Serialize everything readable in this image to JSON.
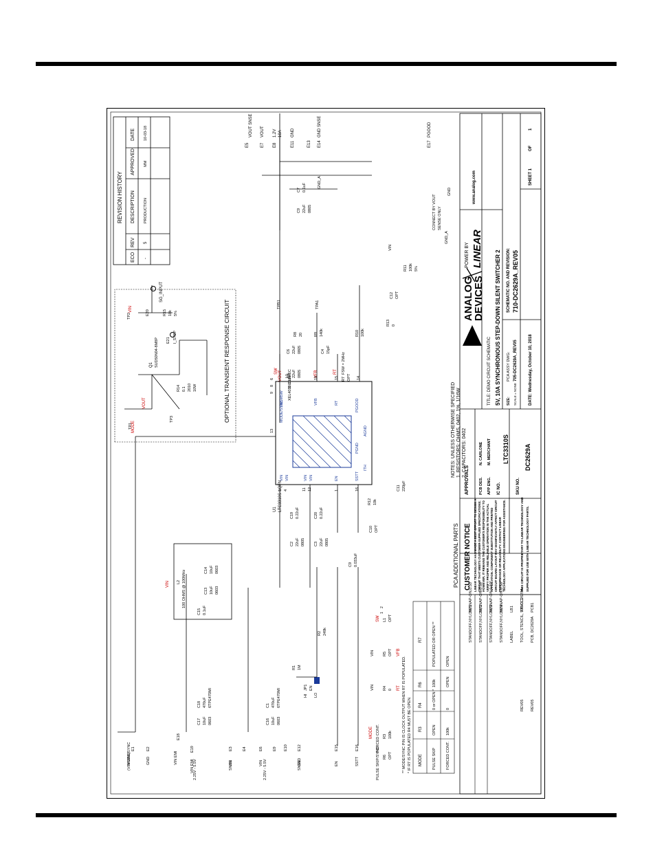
{
  "revision_history": {
    "title": "REVISION HISTORY",
    "headers": [
      "ECO",
      "REV",
      "DESCRIPTION",
      "APPROVED",
      "DATE"
    ],
    "row": [
      "-",
      "5",
      "PRODUCTION",
      "MM",
      "10-03-18"
    ]
  },
  "transient": {
    "title": "OPTIONAL TRANSIENT RESPONSE CIRCUIT",
    "sg_input": "SG_INPUT",
    "i_step": "I_STEP",
    "q1": "Q1",
    "q1_part": "SUD50N04-8M8P",
    "r15": "R15",
    "r15_val": "10k",
    "r15_tol": "5%",
    "r14": "R14",
    "r14_val1": "0.1",
    "r14_val2": "2010",
    "r14_val3": "10W",
    "e20": "E20",
    "e21": "E21",
    "tp1": "TP1",
    "tp2": "TP2",
    "tp3": "TP3",
    "vout": "VOUT",
    "vin": "VIN"
  },
  "outputs": {
    "e5": "E5",
    "e7": "E7",
    "e8": "E8",
    "e11": "E11",
    "e13": "E13",
    "e14": "E14",
    "vout_sense": "VOUT SNSE",
    "vout": "VOUT",
    "vout_spec1": "1.2V",
    "vout_spec2": "10A",
    "gnd": "GND",
    "gnd_sense": "GND SNSE",
    "c7": "C7",
    "c7_val": "0.1uF",
    "c9": "C9",
    "c9_val1": "22uF",
    "c9_val2": "0805",
    "gnd_a": "GND_A",
    "e17": "E17",
    "pgood": "PGOOD",
    "connect_note1": "CONNECT BY VOUT",
    "connect_note2": "SENSE ONLY",
    "gnd_a2": "GND_A",
    "gnd2": "GND"
  },
  "feedback": {
    "tpb1": "TPB1",
    "tpa1": "TPA1",
    "r8": "R8",
    "r8_val": "20",
    "r9": "R9",
    "r9_val": "140k",
    "r10": "R10",
    "r10_val": "100k",
    "r13": "R13",
    "r13_val": "0",
    "c12": "C12",
    "c12_val": "OPT",
    "c4": "C4",
    "c4_val": "15pF",
    "c6": "C6",
    "c6_val1": "22uF",
    "c6_val2": "0805",
    "c5": "C5",
    "c5_val1": "22uF",
    "c5_val2": "0805",
    "r11": "R11",
    "r11_val": "100k",
    "r11_tol": "5%",
    "vin": "VIN",
    "vout": "VOUT",
    "vfb": "VFB"
  },
  "ic": {
    "ref": "U1",
    "part": "LTC3310S-LQFN",
    "modesync": "MODE/SYNC",
    "vin1": "VIN",
    "vin2": "VIN",
    "vin3": "VIN",
    "vin4": "VIN",
    "sw1": "SW",
    "sw2": "SW",
    "sw3": "SW",
    "vfb": "VFB",
    "rt": "RT",
    "pgood": "PGOOD",
    "agnd": "AGND",
    "pgnd": "PGND",
    "en": "EN",
    "sstt": "SSTT",
    "ith": "ITH",
    "p13": "13",
    "p3": "3",
    "p4": "4",
    "p11": "11",
    "p12": "12",
    "p1": "1",
    "p16": "16",
    "p6": "6",
    "p8": "8",
    "p9": "9",
    "p18": "18",
    "p15": "15",
    "p14": "14"
  },
  "inductor": {
    "l1": "L1",
    "l1_val": "0.10uH",
    "l1_part": "XEL4030-101MEC",
    "sw": "SW",
    "rt": "RT",
    "r7": "R7",
    "r7_val": "OPT",
    "fsw": "FSW = 2MHz"
  },
  "comp": {
    "r12": "R12",
    "r12_val": "10k",
    "c11": "C11",
    "c11_val": "220pF",
    "c10": "C10",
    "c10_val": "OPT",
    "c9": "C9",
    "c9_val": "0.033uF",
    "c2": "C2",
    "c2_val1": "22uF",
    "c2_val2": "0805",
    "c19": "C19",
    "c19_val": "0.22uF",
    "c3": "C3",
    "c3_val1": "22uF",
    "c3_val2": "0805",
    "c20": "C20",
    "c20_val": "0.22uF"
  },
  "notes": {
    "l1": "NOTES: UNLESS OTHERWISE SPECIFIED",
    "l2": "1. RESISTORS: OHMS, 0402, 1%, 1/16W",
    "l3": "2. CAPACITORS: 0402"
  },
  "notice": {
    "title": "CUSTOMER NOTICE",
    "body": [
      "LINEAR TECHNOLOGY HAS MADE A BEST EFFORT TO DESIGN A",
      "CIRCUIT THAT MEETS CUSTOMER-SUPPLIED SPECIFICATIONS;",
      "HOWEVER, IT REMAINS THE CUSTOMER'S RESPONSIBILITY TO",
      "VERIFY PROPER AND RELIABLE OPERATION IN THE ACTUAL",
      "APPLICATION. COMPONENT SUBSTITUTION AND PRINTED",
      "CIRCUIT BOARD LAYOUT MAY SIGNIFICANTLY AFFECT CIRCUIT",
      "PERFORMANCE OR RELIABILITY. CONTACT LINEAR",
      "TECHNOLOGY APPLICATIONS ENGINEERING FOR ASSISTANCE."
    ],
    "prop1": "THIS CIRCUIT IS PROPRIETARY TO LINEAR TECHNOLOGY AND",
    "prop2": "SUPPLIED FOR USE WITH LINEAR TECHNOLOGY PARTS."
  },
  "title_block": {
    "approvals": "APPROVALS",
    "pcb_des": "PCB DES.",
    "pcb_des_name": "N. CARLONE",
    "app_eng": "APP ENG.",
    "app_eng_name": "M. MERCHANT",
    "ic_no_label": "IC NO.",
    "ic_no": "LTC3310S",
    "sku_label": "SKU NO.",
    "sku": "DC2629A",
    "logo1": "ANALOG",
    "logo2": "DEVICES",
    "power_by": "POWER BY",
    "lt": "LINEAR",
    "url": "www.analog.com",
    "title_label": "TITLE: DEMO CIRCUIT SCHEMATIC",
    "title": "5V, 10A SYNCHRONOUS STEP-DOWN SILENT SWITCHER 2",
    "size": "SIZE:",
    "scale": "SCALE = NONE",
    "assy_label": "PCA ASSY DWG:",
    "assy": "705-DC2629A_REV05",
    "schem_label": "SCHEMATIC NO. AND REVISION:",
    "schem": "710-DC2629A_REV05",
    "date": "DATE: Wednesday, October 10, 2018",
    "sheet": "SHEET 1",
    "of": "OF",
    "total": "1"
  },
  "parts": {
    "title": "PCA ADDITIONAL PARTS",
    "rows": [
      [
        "MP1",
        "STANDOFF,NYLON,SNAP-ON,0.50\""
      ],
      [
        "MP2",
        "STANDOFF,NYLON,SNAP-ON,0.50\""
      ],
      [
        "MP3",
        "STANDOFF,NYLON,SNAP-ON,0.50\""
      ],
      [
        "MP4",
        "STANDOFF,NYLON,SNAP-ON,0.50\""
      ],
      [
        "LB1",
        "LABEL"
      ],
      [
        "STNCL1",
        "TOOL, STENCIL, 700-DC2629A",
        "REV05"
      ],
      [
        "PCB1",
        "PCB, DC2629A",
        "REV05"
      ]
    ]
  },
  "input": {
    "l2": "L2",
    "l2_val": "100 OHMS @ 100MHz",
    "c13": "C13",
    "c13_val1": "10uF",
    "c13_val2": "0603",
    "c14": "C14",
    "c14_val1": "10uF",
    "c14_val2": "0603",
    "c15": "C15",
    "c15_val": "0.1uF",
    "c17": "C17",
    "c17_val1": "10uF",
    "c17_val2": "0603",
    "c18": "C18",
    "c18_val1": "470uF",
    "c18_val2": "6TPE470MI",
    "c16": "C16",
    "c16_val1": "10uF",
    "c16_val2": "0603",
    "c1": "C1",
    "c1_val1": "470uF",
    "c1_val2": "6TPE470MI",
    "r1": "R1",
    "r1_val": "1M",
    "r2": "R2",
    "r2_val": "249k",
    "jp1": "JP1",
    "jp1_en": "EN",
    "jp1_hi": "HI",
    "jp1_lo": "LO",
    "vin": "VIN",
    "mode": "MODE",
    "e1": "E1",
    "e2": "E2",
    "e3": "E3",
    "e4": "E4",
    "e6": "E6",
    "e9": "E9",
    "e10": "E10",
    "e12": "E12",
    "e15": "E15",
    "e16": "E16",
    "e18": "E18",
    "e19": "E19",
    "modesync": "MODE/SYNC",
    "vinmax": "(VIN MAX)",
    "gnd": "GND",
    "vin_emi": "VIN EMI",
    "vin_emi2": "VIN EMI",
    "range1": "2.25V - 5.5V",
    "range2": "2.25V - 5.5V",
    "vin_snse": "VIN",
    "snse": "SNSE",
    "vin_lbl": "VIN",
    "en": "EN",
    "sstt": "SSTT",
    "gnd_snse": "GND",
    "snse2": "SNSE"
  },
  "mode_table": {
    "headers": [
      "MODE",
      "R3",
      "R4",
      "R6",
      "R7"
    ],
    "rows": [
      [
        "PULSE SKIP",
        "OPEN",
        "0 or OPEN *",
        "100k",
        "POPULATED OR OPEN **"
      ],
      [
        "FORCED CONT.",
        "100k",
        "0",
        "OPEN",
        "OPEN"
      ]
    ],
    "note1": "* IF R7 IS POPULATED R4 MUST BE OPEN.",
    "note2": "** MODE/SYNC PIN IS CLOCK OUTPUT WHEN R7 IS POPULATED."
  },
  "mode_circuit": {
    "r3": "R3",
    "r3_val": "100k",
    "forced": "FORCED CONT.",
    "mode": "MODE",
    "r6": "R6",
    "r6_val": "OPT",
    "pulse": "PULSE SKIP/SYNC",
    "r4": "R4",
    "r4_val": "0",
    "rt": "RT",
    "r5": "R5",
    "r5_val": "OPT",
    "vfb": "VFB",
    "vin1": "VIN",
    "vin2": "VIN",
    "l1": "L1",
    "l1_val": "OPT",
    "sw": "SW",
    "p1": "1",
    "p2": "2"
  }
}
